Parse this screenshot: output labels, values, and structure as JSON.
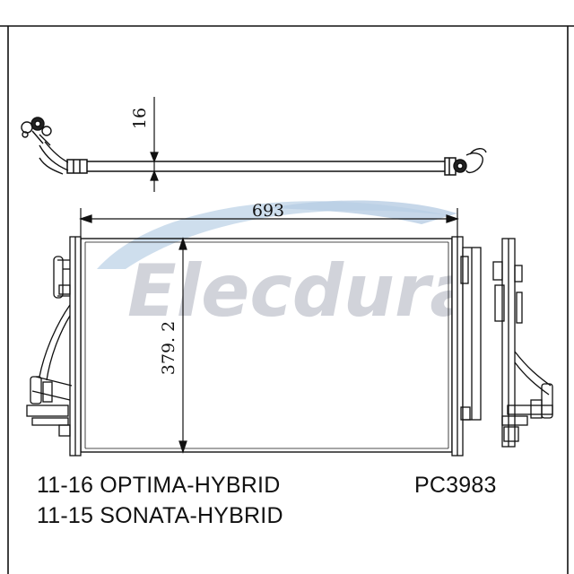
{
  "drawing": {
    "dim_thickness": "16",
    "dim_width": "693",
    "dim_height": "379. 2"
  },
  "watermark": {
    "text": "Elecdura",
    "color": "#c9ccd4",
    "swoosh_color": "#c6d8ea"
  },
  "captions": {
    "line1": "11-16 OPTIMA-HYBRID",
    "line2": "11-15 SONATA-HYBRID",
    "part_number": "PC3983"
  },
  "colors": {
    "line": "#111111",
    "background": "#ffffff"
  },
  "icons": [
    "pipe-fitting-icon",
    "bracket-icon"
  ]
}
